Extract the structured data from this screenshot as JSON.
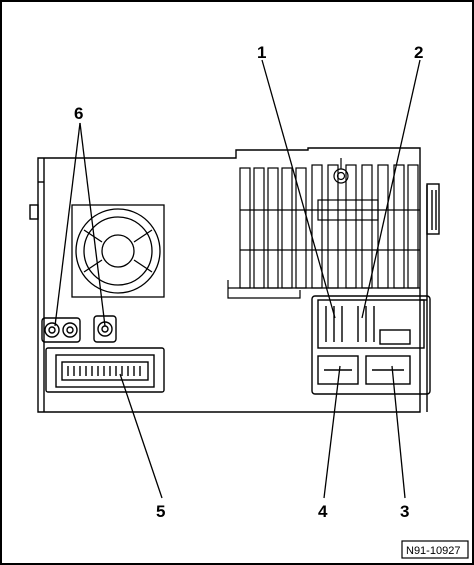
{
  "callouts": {
    "c1": "1",
    "c2": "2",
    "c3": "3",
    "c4": "4",
    "c5": "5",
    "c6": "6"
  },
  "figure_ref": "N91-10927"
}
